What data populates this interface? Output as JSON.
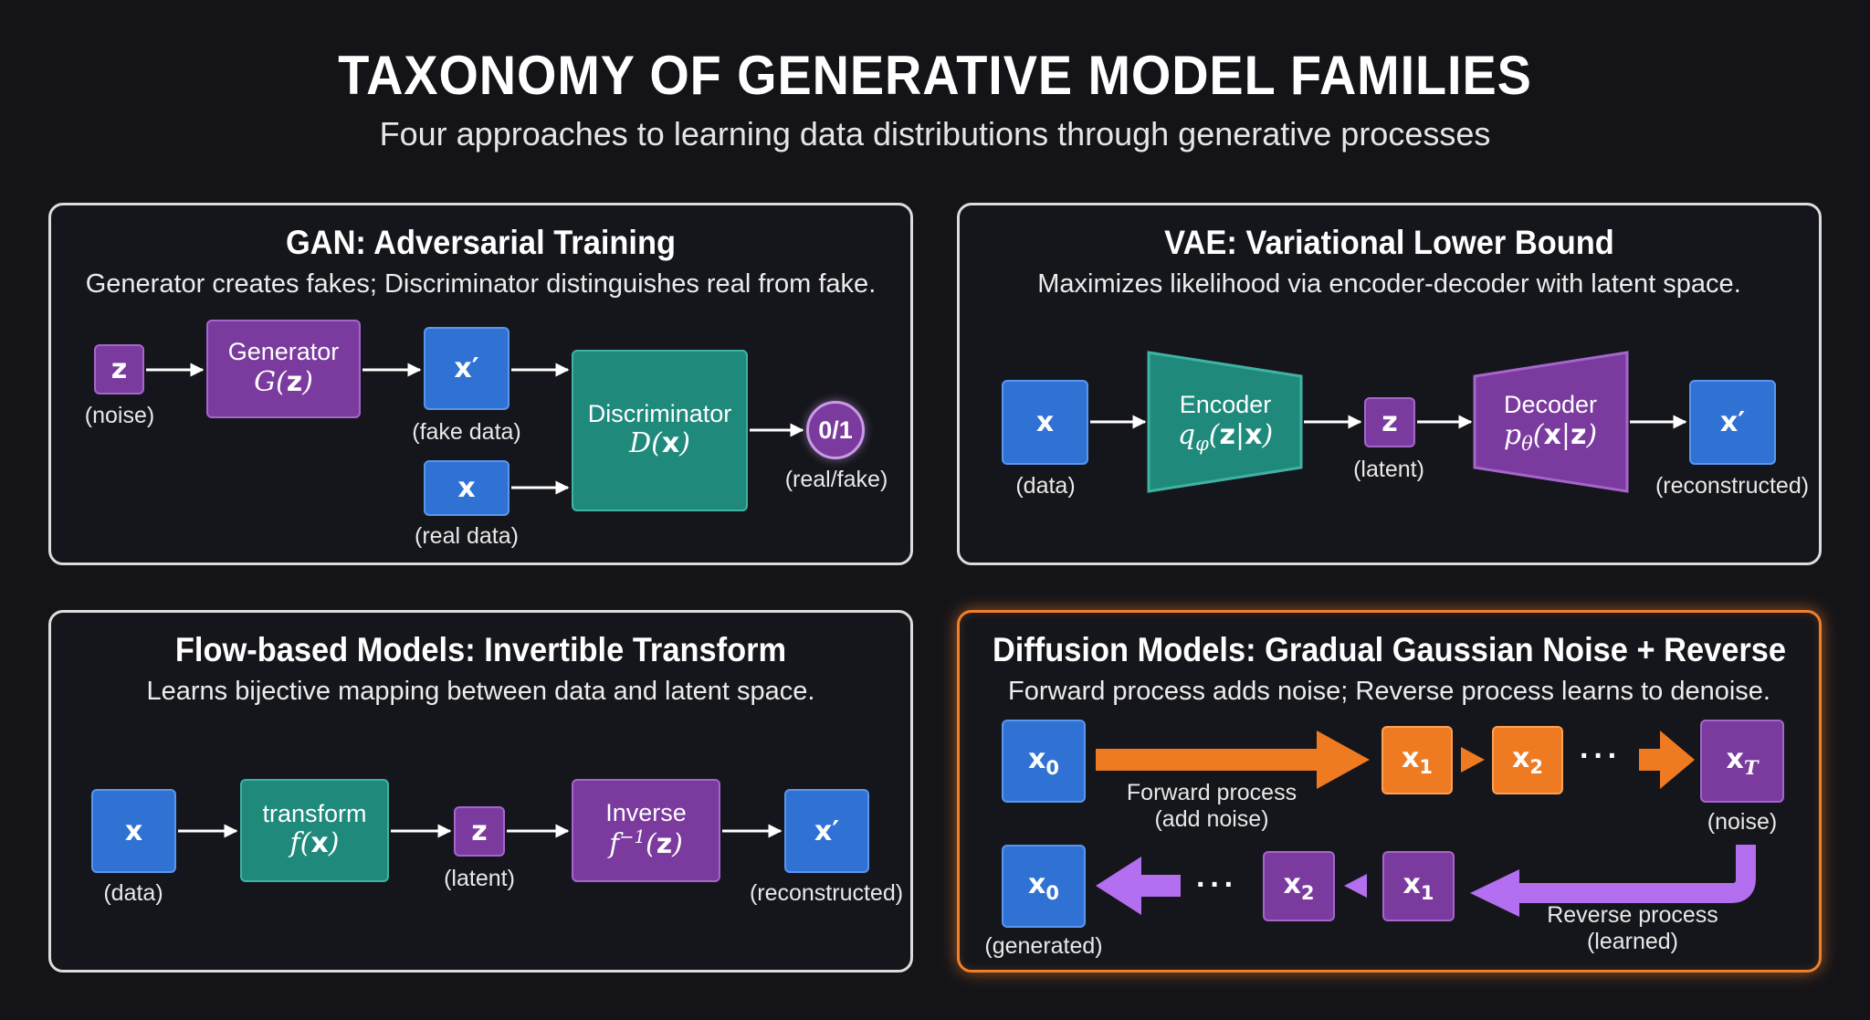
{
  "header": {
    "title": "TAXONOMY OF GENERATIVE MODEL FAMILIES",
    "subtitle": "Four approaches to learning data distributions through generative processes"
  },
  "colors": {
    "background": "#141418",
    "blue_node": "#2f72d4",
    "purple_node": "#7a3a9e",
    "teal_node": "#1f8a7c",
    "orange_node": "#ee7a22",
    "highlight_border": "#f07f2a",
    "reverse_arrow": "#b46ef0"
  },
  "gan": {
    "title": "GAN: Adversarial Training",
    "desc": "Generator creates fakes; Discriminator distinguishes real from fake.",
    "z": "z",
    "z_cap": "(noise)",
    "gen_label": "Generator",
    "gen_math": "G(z)",
    "xfake": "x′",
    "xfake_cap": "(fake data)",
    "xreal": "x",
    "xreal_cap": "(real data)",
    "disc_label": "Discriminator",
    "disc_math": "D(x)",
    "out": "0/1",
    "out_cap": "(real/fake)"
  },
  "vae": {
    "title": "VAE: Variational Lower Bound",
    "desc": "Maximizes likelihood via encoder-decoder with latent space.",
    "x": "x",
    "x_cap": "(data)",
    "enc_label": "Encoder",
    "enc_math": "qφ(z|x)",
    "z": "z",
    "z_cap": "(latent)",
    "dec_label": "Decoder",
    "dec_math": "pθ(x|z)",
    "xp": "x′",
    "xp_cap": "(reconstructed)"
  },
  "flow": {
    "title": "Flow-based Models: Invertible Transform",
    "desc": "Learns bijective mapping between data and latent space.",
    "x": "x",
    "x_cap": "(data)",
    "t_label": "transform",
    "t_math": "f(x)",
    "z": "z",
    "z_cap": "(latent)",
    "inv_label": "Inverse",
    "inv_math": "f−1(z)",
    "xp": "x′",
    "xp_cap": "(reconstructed)"
  },
  "diffusion": {
    "title": "Diffusion Models: Gradual Gaussian Noise + Reverse",
    "desc": "Forward process adds noise; Reverse process learns to denoise.",
    "x0": "x0",
    "x1": "x1",
    "x2": "x2",
    "xT": "xT",
    "ellipsis": "···",
    "forward_cap_1": "Forward process",
    "forward_cap_2": "(add noise)",
    "noise_cap": "(noise)",
    "reverse_cap_1": "Reverse process",
    "reverse_cap_2": "(learned)",
    "generated_cap": "(generated)"
  }
}
